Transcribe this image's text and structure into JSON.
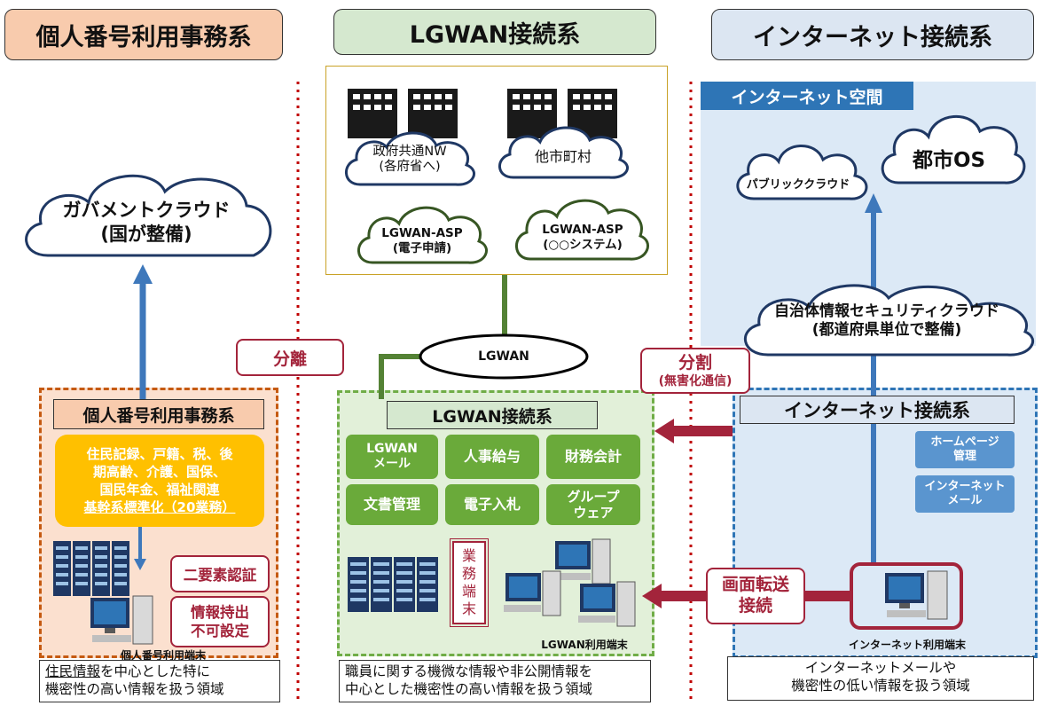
{
  "headers": {
    "left": "個人番号利用事務系",
    "center": "LGWAN接続系",
    "right": "インターネット接続系"
  },
  "internet_space": {
    "label": "インターネット空間",
    "public_cloud": "パブリッククラウド",
    "city_os": "都市OS",
    "security_cloud": [
      "自治体情報セキュリティクラウド",
      "(都道府県単位で整備)"
    ]
  },
  "lgwan_network": {
    "gov_nw": [
      "政府共通NW",
      "(各府省へ)"
    ],
    "other_cities": "他市町村",
    "asp1": [
      "LGWAN-ASP",
      "(電子申請)"
    ],
    "asp2": [
      "LGWAN-ASP",
      "(○○システム)"
    ],
    "hub": "LGWAN"
  },
  "gov_cloud": [
    "ガバメントクラウド",
    "(国が整備)"
  ],
  "separation": {
    "bunri": "分離",
    "bunkatsu": "分割",
    "mugaika": "(無害化通信)",
    "screen_transfer": [
      "画面転送",
      "接続"
    ]
  },
  "left_zone": {
    "title": "個人番号利用事務系",
    "services": [
      "住民記録、戸籍、税、後",
      "期高齢、介護、国保、",
      "国民年金、福祉関連",
      "基幹系標準化（20業務）"
    ],
    "auth": "二要素認証",
    "export": [
      "情報持出",
      "不可設定"
    ],
    "terminal": "個人番号利用端末",
    "caption_underlined": "住民情報",
    "caption_rest": "を中心とした特に",
    "caption_line2": "機密性の高い情報を扱う領域"
  },
  "center_zone": {
    "title": "LGWAN接続系",
    "buttons": [
      [
        "LGWAN",
        "メール"
      ],
      [
        "人事給与"
      ],
      [
        "財務会計"
      ],
      [
        "文書管理"
      ],
      [
        "電子入札"
      ],
      [
        "グループ",
        "ウェア"
      ]
    ],
    "business_terminal": [
      "業",
      "務",
      "端",
      "末"
    ],
    "terminal": "LGWAN利用端末",
    "caption": [
      "職員に関する機微な情報や非公開情報を",
      "中心とした機密性の高い情報を扱う領域"
    ]
  },
  "right_zone": {
    "title": "インターネット接続系",
    "homepage": [
      "ホームページ",
      "管理"
    ],
    "mail": [
      "インターネット",
      "メール"
    ],
    "terminal": "インターネット利用端末",
    "caption": [
      "インターネットメールや",
      "機密性の低い情報を扱う領域"
    ]
  },
  "colors": {
    "left_header_bg": "#f8cbad",
    "left_border": "#c55a11",
    "center_header_bg": "#d5e8cf",
    "right_header_bg": "#dce6f2",
    "arrow_blue": "#3e78bb",
    "line_green": "#548235",
    "red": "#a3243b",
    "yellow": "#ffc000",
    "zone_green": "#e2f0d9",
    "zone_blue": "#dce9f6"
  }
}
